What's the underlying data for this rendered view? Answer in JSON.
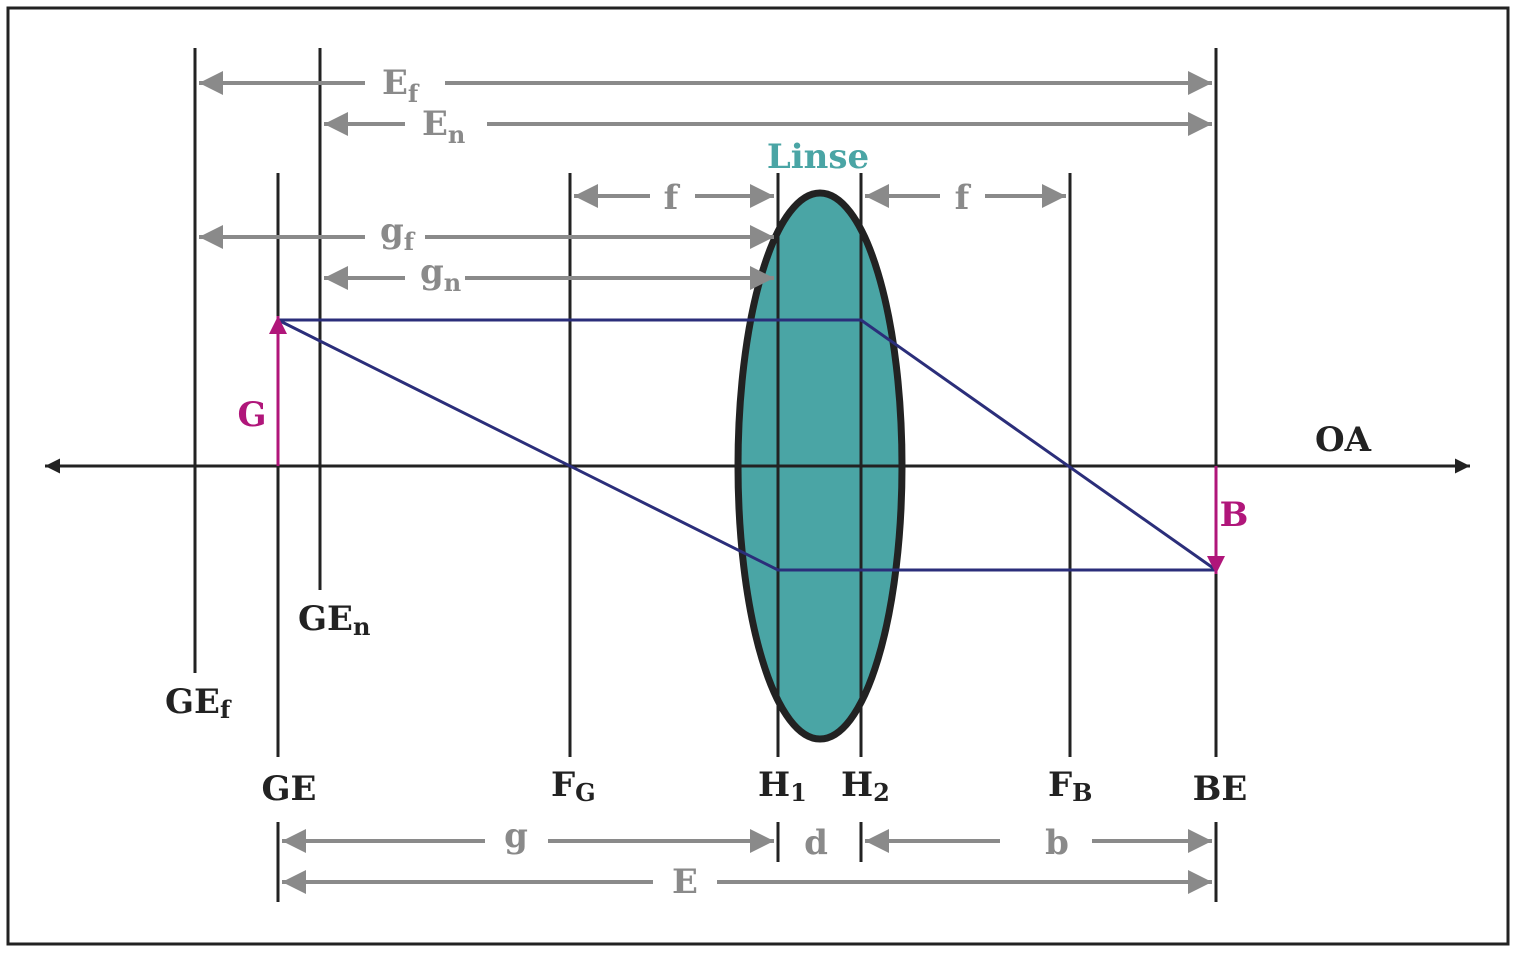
{
  "colors": {
    "frame": "#222222",
    "line": "#222222",
    "dimension": "#8a8a8a",
    "lens_fill": "#4aa5a5",
    "lens_stroke": "#222222",
    "ray": "#2b2e7a",
    "arrow_object": "#b0167a",
    "lens_label": "#4aa5a5"
  },
  "labels": {
    "oa": "OA",
    "linse": "Linse",
    "G": "G",
    "B": "B",
    "GE": "GE",
    "GEn": "GE",
    "GEn_sub": "n",
    "GEf": "GE",
    "GEf_sub": "f",
    "FG": "F",
    "FG_sub": "G",
    "H1": "H",
    "H1_sub": "1",
    "H2": "H",
    "H2_sub": "2",
    "FB": "F",
    "FB_sub": "B",
    "BE": "BE"
  },
  "dimensions": {
    "Ef": "E",
    "Ef_sub": "f",
    "En": "E",
    "En_sub": "n",
    "f_left": "f",
    "f_right": "f",
    "gf": "g",
    "gf_sub": "f",
    "gn": "g",
    "gn_sub": "n",
    "g": "g",
    "d": "d",
    "b": "b",
    "E": "E"
  }
}
